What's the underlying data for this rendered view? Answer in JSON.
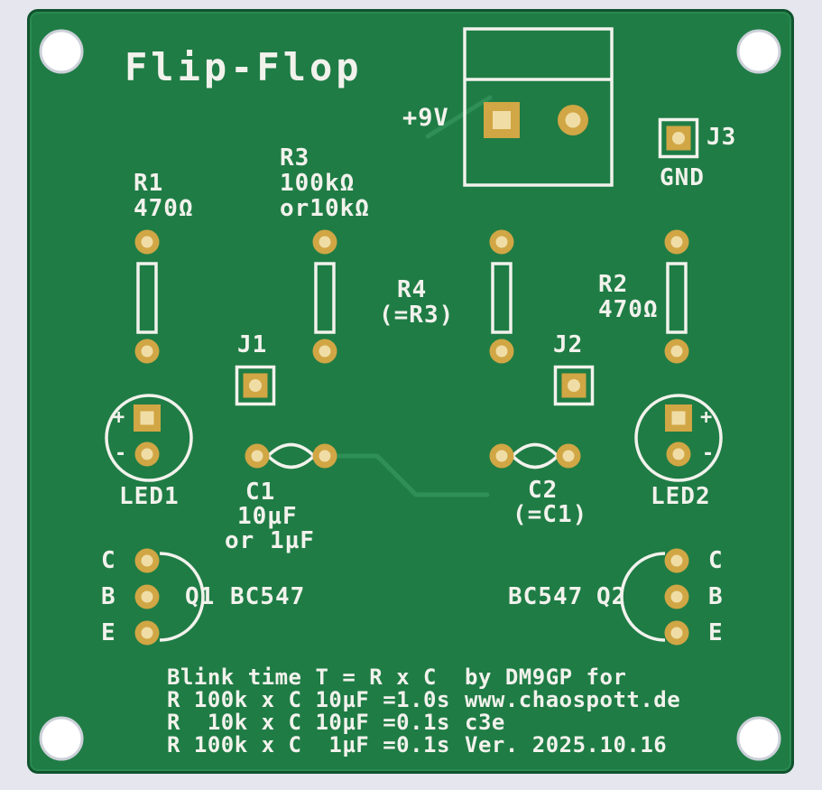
{
  "board": {
    "title": "Flip-Flop",
    "colors": {
      "substrate": "#1f7c45",
      "edge": "#11532f",
      "trace": "#2f8f56",
      "pad_gold": "#d1a644",
      "pad_hole": "#f0dda6",
      "silkscreen": "#f2f2ec",
      "background": "#e6e6ee"
    }
  },
  "power": {
    "label": "+9V"
  },
  "connectors": {
    "j1": "J1",
    "j2": "J2",
    "j3": "J3",
    "gnd": "GND"
  },
  "resistors": {
    "r1": {
      "ref": "R1",
      "value": "470Ω"
    },
    "r2": {
      "ref": "R2",
      "value": "470Ω"
    },
    "r3": {
      "ref": "R3",
      "value": "100kΩ",
      "alt": "or10kΩ"
    },
    "r4": {
      "ref": "R4",
      "value": "(=R3)"
    }
  },
  "capacitors": {
    "c1": {
      "ref": "C1",
      "value": "10µF",
      "alt": "or 1µF"
    },
    "c2": {
      "ref": "C2",
      "value": "(=C1)"
    }
  },
  "leds": {
    "led1": "LED1",
    "led2": "LED2",
    "plus": "+",
    "minus": "-"
  },
  "transistors": {
    "q1": {
      "ref": "Q1",
      "part": "BC547"
    },
    "q2": {
      "ref": "Q2",
      "part": "BC547"
    },
    "pins": {
      "c": "C",
      "b": "B",
      "e": "E"
    }
  },
  "notes": {
    "left": [
      "Blink time T = R x C",
      "R 100k x C 10µF =1.0s",
      "R  10k x C 10µF =0.1s",
      "R 100k x C  1µF =0.1s"
    ],
    "right": [
      "by DM9GP for",
      "www.chaospott.de",
      "c3e",
      "Ver. 2025.10.16"
    ]
  }
}
